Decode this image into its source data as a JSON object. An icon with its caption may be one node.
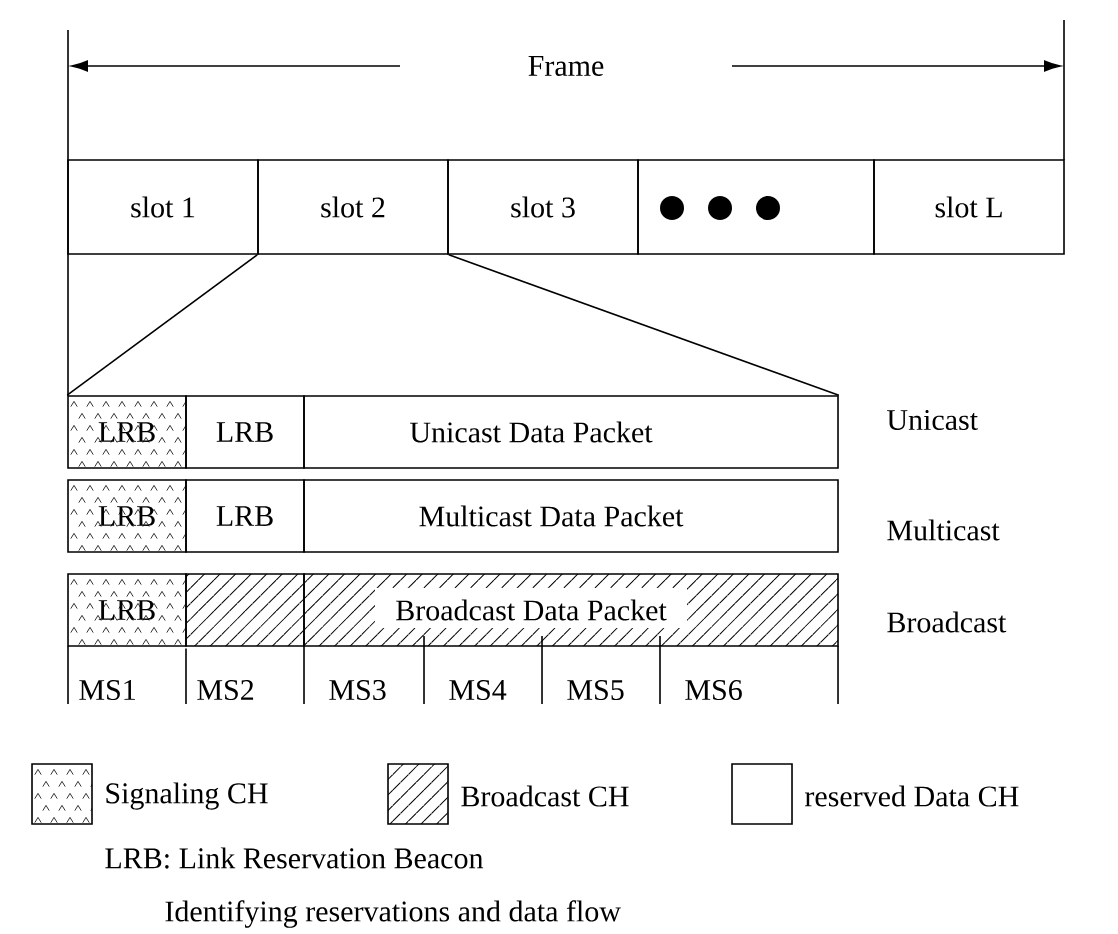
{
  "diagram": {
    "nodes": [
      {
        "text": [
          "slot 1"
        ]
      },
      {
        "text": [
          "slot 2"
        ]
      },
      {
        "text": [
          "slot 3"
        ]
      },
      {
        "text": [],
        "shape": "box"
      },
      {
        "text": [
          "slot L"
        ]
      },
      {
        "text": [
          "LRB"
        ]
      },
      {
        "text": [
          "LRB"
        ]
      },
      {
        "text": [
          "Unicast Data Packet"
        ]
      },
      {
        "text": [
          "LRB"
        ]
      },
      {
        "text": [
          "LRB"
        ]
      },
      {
        "text": [
          "Multicast Data Packet"
        ]
      },
      {
        "text": [
          "LRB"
        ],
        "beside": [
          "MS1"
        ]
      },
      {
        "text": [],
        "shape": "box",
        "beside": [
          "MS2"
        ]
      },
      {
        "text": [
          "Broadcast Data Packet"
        ],
        "beside": [
          "MS3",
          "MS4",
          "MS5",
          "MS6"
        ]
      }
    ],
    "edges": [
      {
        "from": 1,
        "to": 5,
        "arrow": "none"
      },
      {
        "from": 1,
        "to": 7,
        "arrow": "none"
      }
    ],
    "labels": [
      "Frame",
      "Unicast",
      "Multicast",
      "Broadcast",
      "LRB: Link Reservation Beacon",
      "Identifying reservations and data flow"
    ],
    "legend": [
      {
        "text": "Signaling CH"
      },
      {
        "text": "Broadcast CH"
      },
      {
        "text": "reserved Data CH"
      }
    ]
  }
}
